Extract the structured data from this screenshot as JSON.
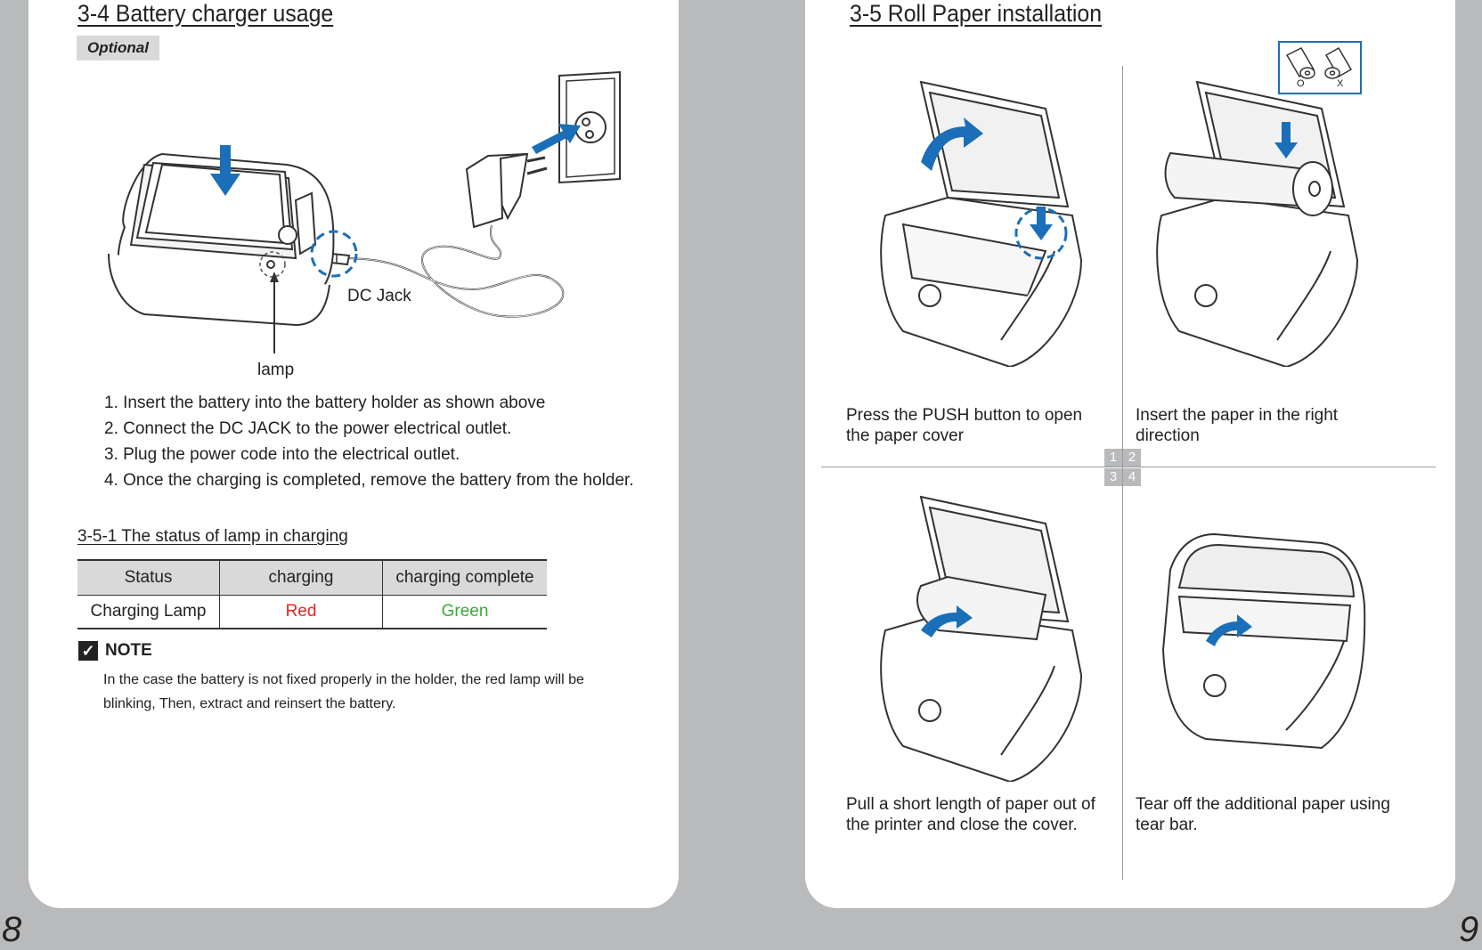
{
  "left": {
    "title": "3-4 Battery charger usage",
    "tag": "Optional",
    "labels": {
      "dc_jack": "DC Jack",
      "lamp": "lamp"
    },
    "steps": [
      "1. Insert the battery into the battery holder as shown above",
      "2. Connect the DC JACK to the power electrical outlet.",
      "3. Plug the power code into the electrical outlet.",
      "4. Once the charging is completed, remove the battery from the holder."
    ],
    "subtitle": "3-5-1 The status of lamp in charging",
    "table": {
      "headers": [
        "Status",
        "charging",
        "charging complete"
      ],
      "row_label": "Charging Lamp",
      "charging": "Red",
      "complete": "Green",
      "colors": {
        "red": "#e8231f",
        "green": "#3aa935"
      }
    },
    "note": {
      "title": "NOTE",
      "check": "✓",
      "text": "In the case the battery is not fixed properly in the holder, the red lamp will be blinking, Then, extract and reinsert the battery."
    },
    "page_number": "8"
  },
  "right": {
    "title": "3-5 Roll Paper installation",
    "captions": [
      "Press the PUSH button to open the paper cover",
      "Insert the paper in the right direction",
      "Pull a short length of paper out of the printer and close the cover.",
      "Tear off the additional paper using tear bar."
    ],
    "grid_numbers": [
      "1",
      "2",
      "3",
      "4"
    ],
    "orientation_marks": [
      "O",
      "X"
    ],
    "page_number": "9",
    "accent": "#1a6fb8"
  }
}
